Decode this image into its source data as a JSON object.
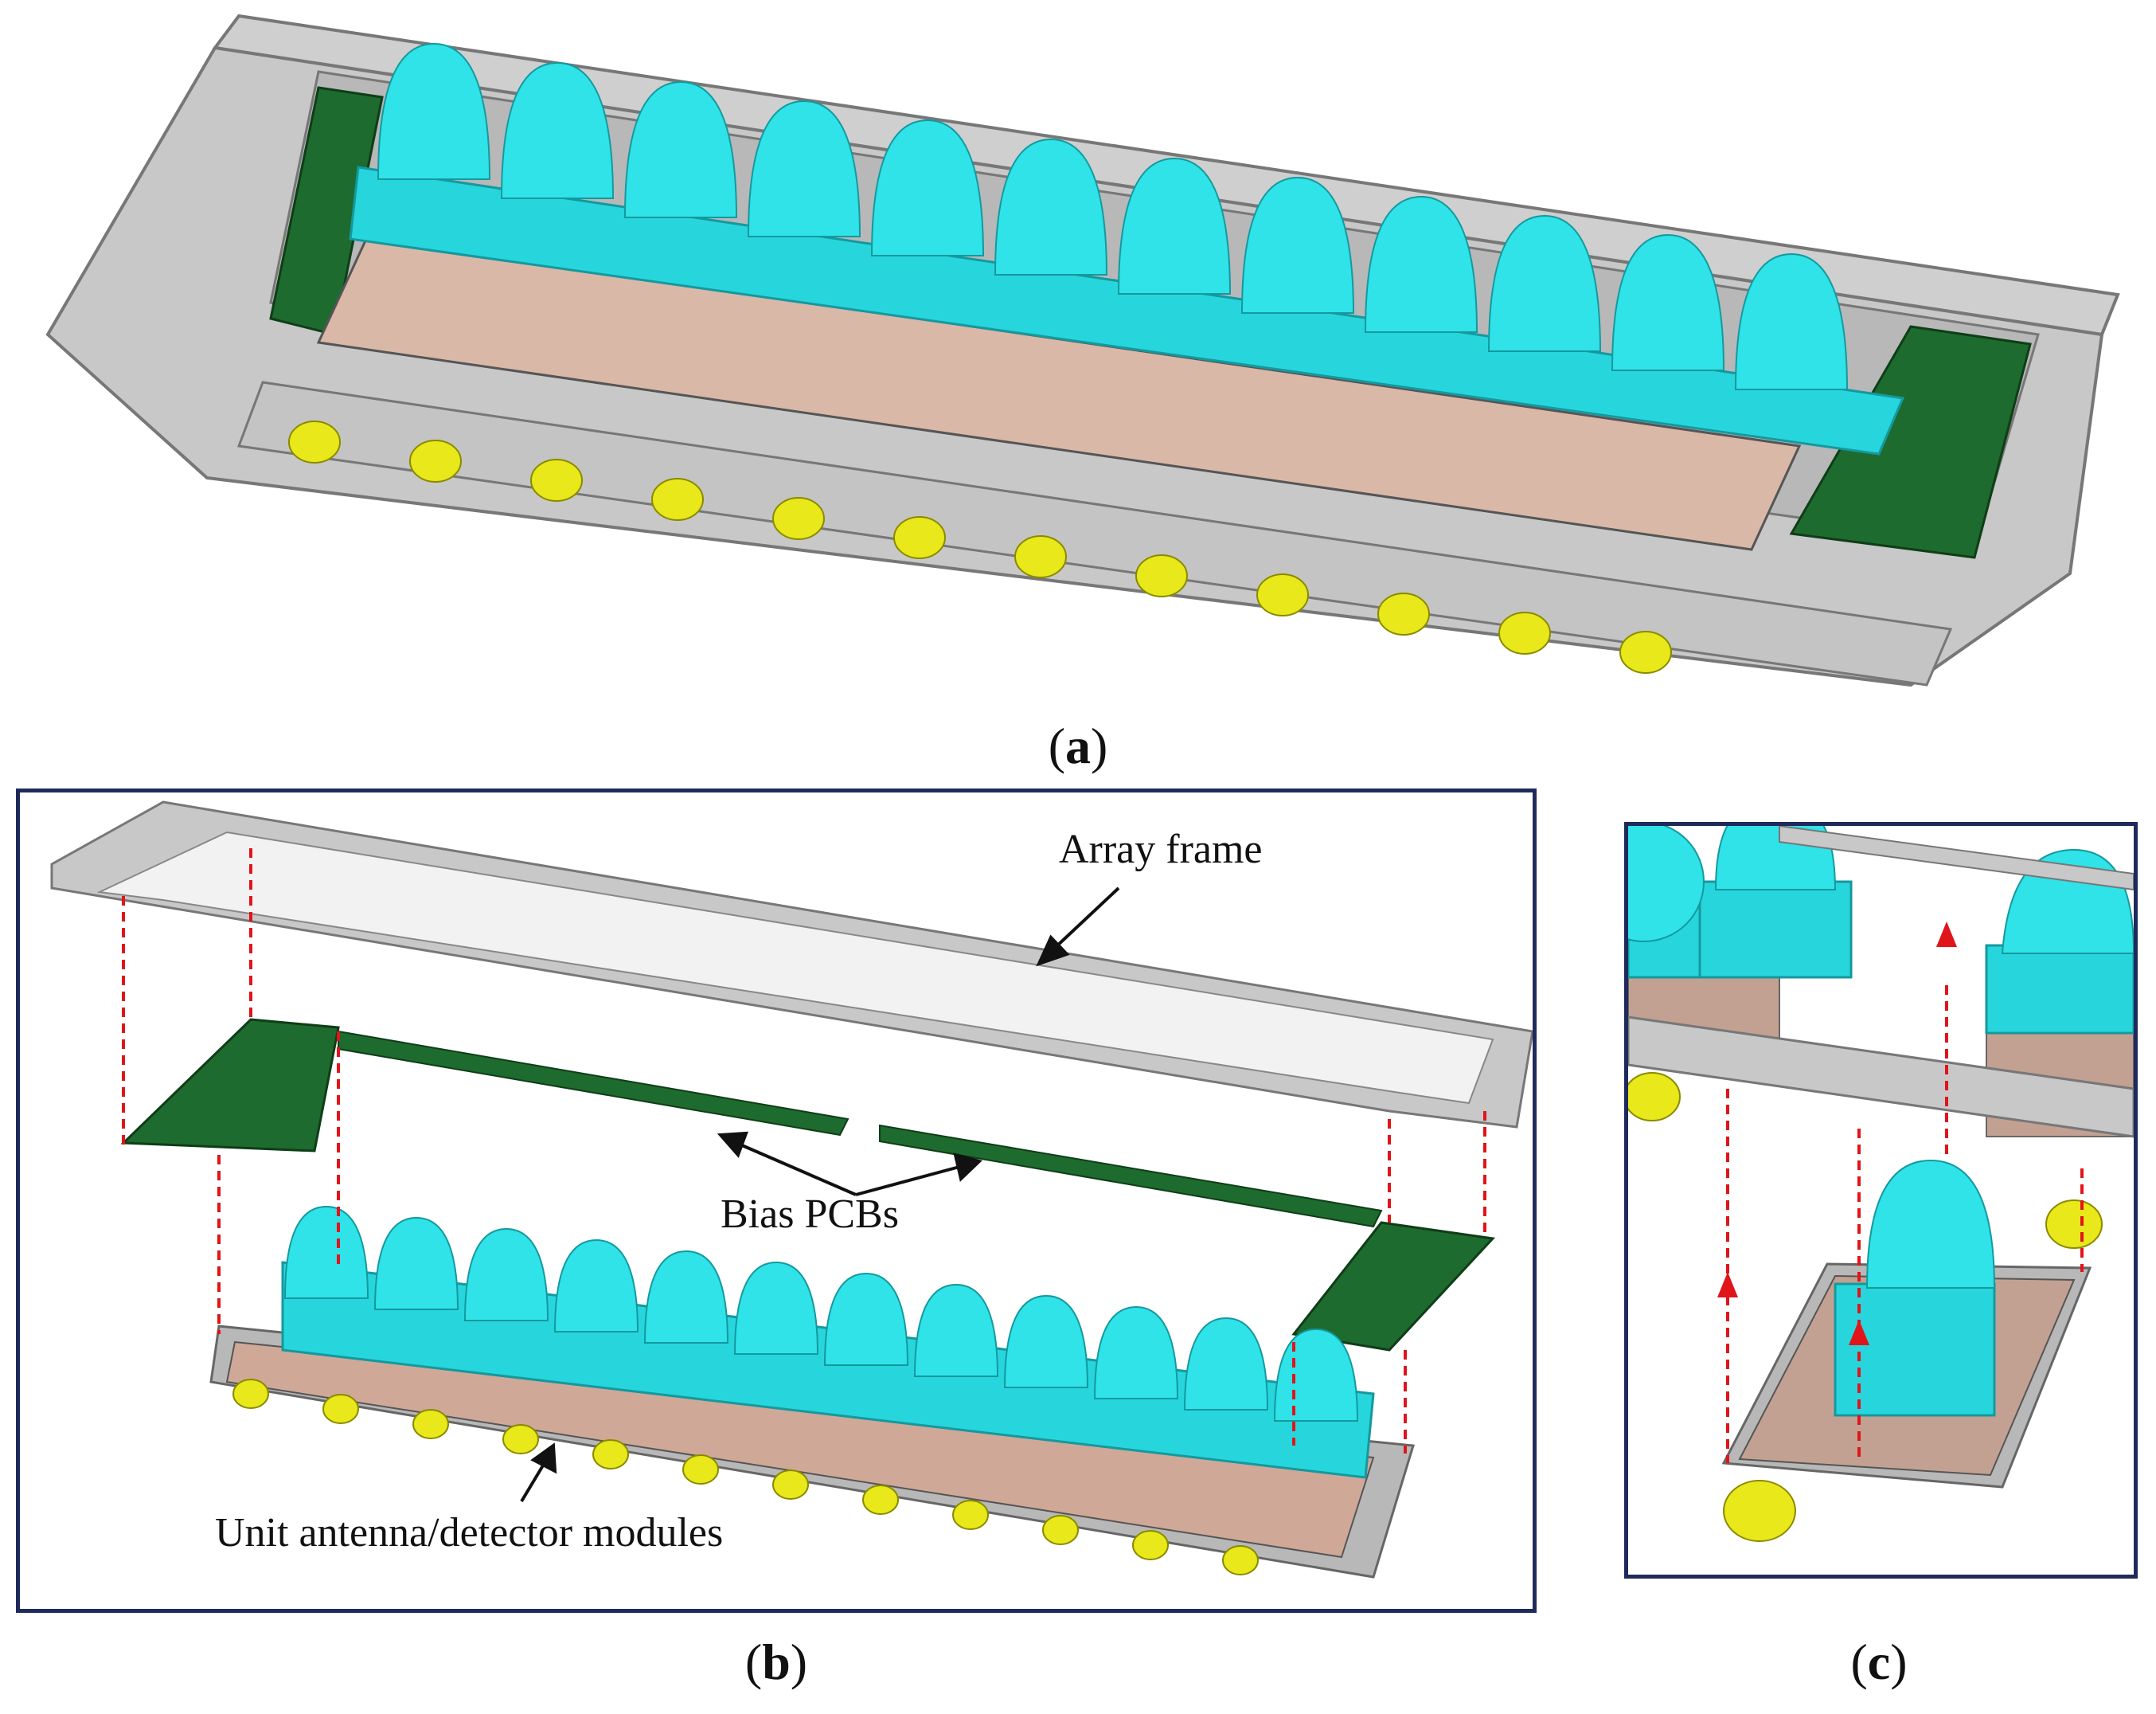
{
  "figure": {
    "panel_a": {
      "caption_letter": "a"
    },
    "panel_b": {
      "caption_letter": "b",
      "labels": {
        "array_frame": "Array frame",
        "bias_pcbs": "Bias PCBs",
        "unit_modules": "Unit antenna/detector modules"
      }
    },
    "panel_c": {
      "caption_letter": "c"
    }
  },
  "colors": {
    "frame_gray": "#c8c8c8",
    "frame_edge": "#7a7a7a",
    "lens_cyan": "#2fe3e8",
    "lens_block": "#27d6dc",
    "pcb_green": "#1d6b2e",
    "substrate": "#d9b8a8",
    "connector": "#e8e81a",
    "arrow_red": "#e0151a",
    "box_border": "#1f2a5c"
  }
}
